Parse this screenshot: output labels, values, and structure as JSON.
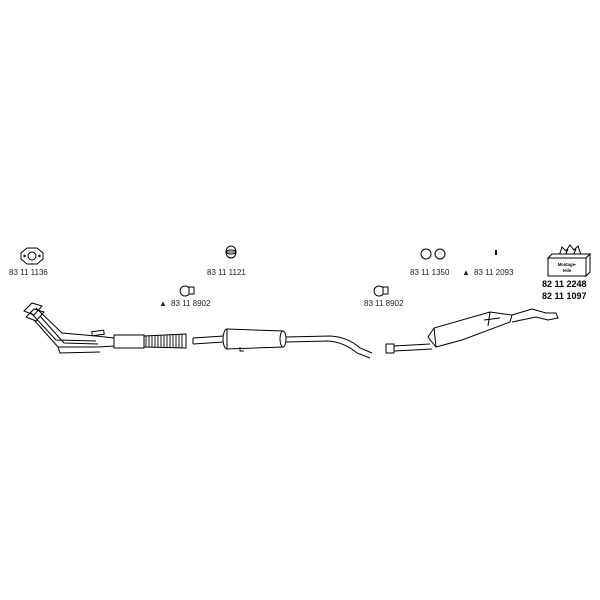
{
  "parts": {
    "gasket": {
      "part_no": "83 11 1136",
      "icon": "gasket-icon"
    },
    "seal_ring": {
      "part_no": "83 11 1121",
      "icon": "seal-ring-icon"
    },
    "clamp_front": {
      "marker": "▲",
      "part_no": "83 11 8902",
      "icon": "clamp-icon"
    },
    "clamp_rear": {
      "part_no": "83 11 8902",
      "icon": "clamp-icon"
    },
    "rubber_rings": {
      "part_no": "83 11 1350",
      "icon": "rubber-ring-icon"
    },
    "bolt": {
      "marker": "▲",
      "part_no": "83 11 2093",
      "icon": "bolt-icon"
    }
  },
  "mounting_kit": {
    "box_label_line1": "Montage-",
    "box_label_line2": "teile",
    "part_no_1": "82 11 2248",
    "part_no_2": "82 11 1097",
    "icon": "mounting-kit-box-icon"
  },
  "colors": {
    "line": "#000000",
    "text": "#222222",
    "background": "#ffffff"
  }
}
